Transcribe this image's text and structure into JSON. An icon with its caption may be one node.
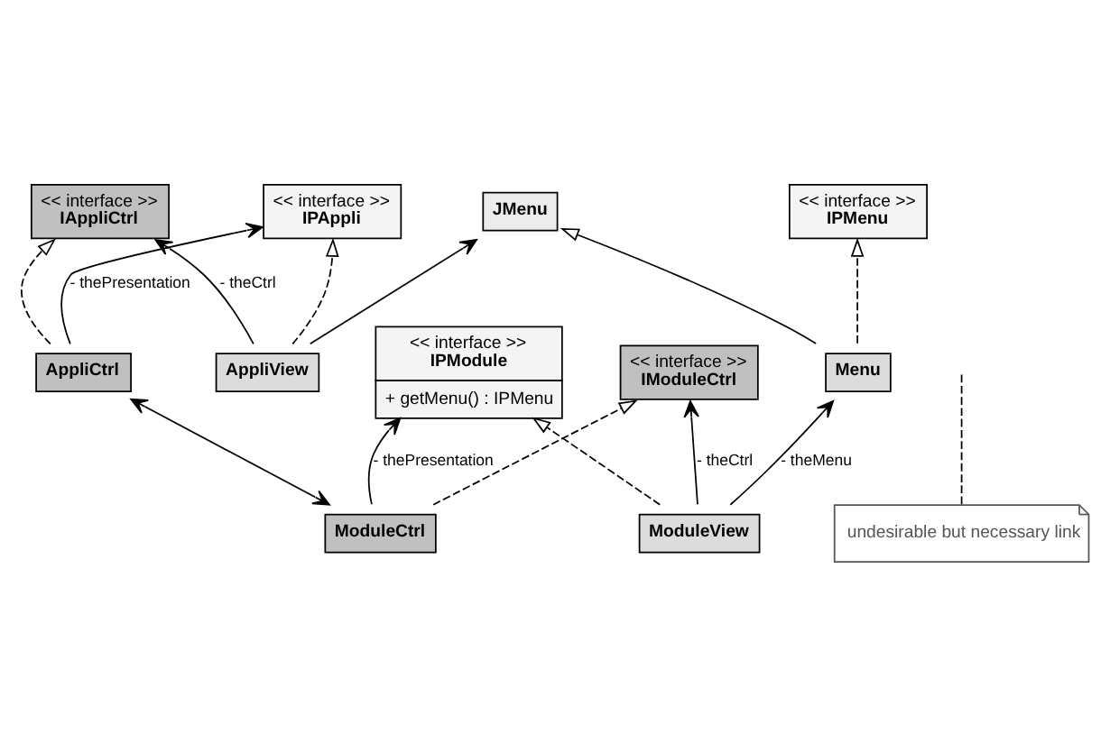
{
  "diagram": {
    "nodes": [
      {
        "text": [
          "<< interface >>",
          "IPMenu"
        ]
      },
      {
        "text": [
          "<< interface >>",
          "IPAppli"
        ]
      },
      {
        "text": [
          "<< interface >>",
          "IAppliCtrl"
        ]
      },
      {
        "text": [
          "JMenu"
        ]
      },
      {
        "text": [
          "AppliView"
        ]
      },
      {
        "text": [
          "AppliCtrl"
        ]
      },
      {
        "text": [
          "undesirable but necessary link"
        ]
      },
      {
        "text": [
          "<< interface >>",
          "IModuleCtrl"
        ]
      },
      {
        "text": [
          "<< interface >>",
          "IPModule",
          "+ getMenu() : IPMenu"
        ]
      },
      {
        "text": [
          "ModuleCtrl"
        ]
      },
      {
        "text": [
          "Menu"
        ]
      },
      {
        "text": [
          "ModuleView"
        ]
      }
    ],
    "edges": [
      {
        "from": 10,
        "to": 0,
        "arrow": "to",
        "style": "dashed"
      },
      {
        "from": 10,
        "to": 3,
        "arrow": "to"
      },
      {
        "from": 4,
        "to": 1,
        "arrow": "to",
        "style": "dashed"
      },
      {
        "from": 4,
        "to": 2,
        "arrow": "to",
        "label": "- theCtrl"
      },
      {
        "from": 4,
        "to": 3,
        "arrow": "to"
      },
      {
        "from": 6,
        "to": null,
        "arrow": "none",
        "style": "dashed"
      },
      {
        "from": 5,
        "to": 2,
        "arrow": "to",
        "style": "dashed"
      },
      {
        "from": 5,
        "to": 1,
        "arrow": "to",
        "label": "- thePresentation"
      },
      {
        "from": 9,
        "to": 5,
        "arrow": "both"
      },
      {
        "from": 11,
        "to": 7,
        "arrow": "to",
        "label": "- theCtrl"
      },
      {
        "from": 9,
        "to": 7,
        "arrow": "to",
        "style": "dashed"
      },
      {
        "from": 11,
        "to": 8,
        "arrow": "to",
        "style": "dashed"
      },
      {
        "from": 9,
        "to": 8,
        "arrow": "to",
        "label": "- thePresentation"
      },
      {
        "from": 11,
        "to": 10,
        "arrow": "to",
        "label": "- theMenu"
      }
    ]
  }
}
